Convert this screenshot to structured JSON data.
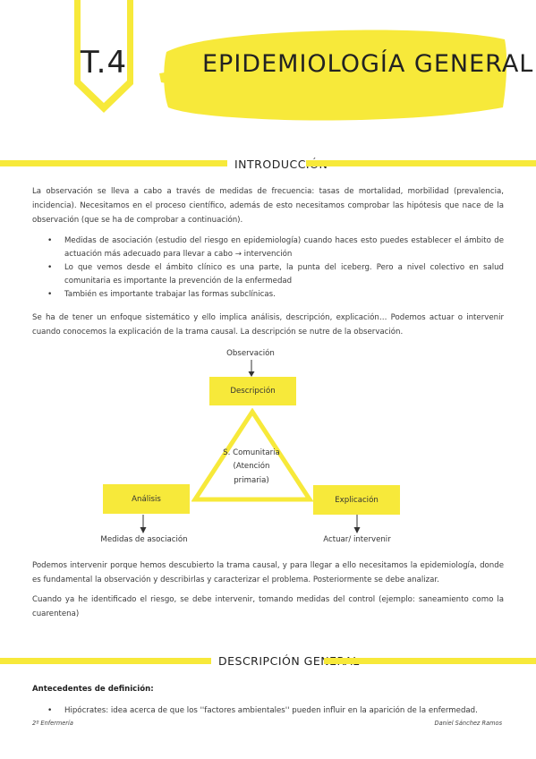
{
  "header": {
    "tag": "T.4",
    "title": "EPIDEMIOLOGÍA GENERAL"
  },
  "sections": {
    "intro_heading": "INTRODUCCIÓN",
    "desc_heading": "DESCRIPCIÓN GENERAL"
  },
  "intro": {
    "para1": "La observación se lleva a cabo a través de medidas de frecuencia: tasas de mortalidad, morbilidad (prevalencia, incidencia). Necesitamos en el proceso científico, además de esto necesitamos comprobar las hipótesis que nace de la observación (que se ha de comprobar a continuación).",
    "bullets": [
      "Medidas de asociación (estudio del riesgo en epidemiología) cuando haces esto puedes establecer el ámbito de actuación más adecuado para llevar a cabo → intervención",
      "Lo que vemos desde el ámbito clínico es una parte, la punta del iceberg. Pero a nivel colectivo en salud comunitaria es importante la prevención de la enfermedad",
      "También es importante trabajar las formas subclínicas."
    ],
    "para2": "Se ha de tener un enfoque sistemático y ello implica análisis, descripción, explicación… Podemos actuar o intervenir cuando conocemos la explicación de la trama causal. La descripción se nutre de la observación.",
    "para3": "Podemos intervenir porque hemos descubierto la trama causal, y para llegar a ello necesitamos la epidemiología, donde es fundamental la observación y describirlas y caracterizar el problema. Posteriormente se debe analizar.",
    "para4": "Cuando ya he identificado el riesgo, se debe intervenir, tomando medidas del control (ejemplo: saneamiento como la cuarentena)"
  },
  "diagram": {
    "observacion": "Observación",
    "descripcion": "Descripción",
    "analisis": "Análisis",
    "explicacion": "Explicación",
    "center_line1": "S. Comunitaria",
    "center_line2": "(Atención",
    "center_line3": "primaria)",
    "medidas": "Medidas de asociación",
    "actuar": "Actuar/ intervenir"
  },
  "description": {
    "subheading": "Antecedentes de definición:",
    "bullets": [
      "Hipócrates: idea acerca de que los ''factores ambientales'' pueden influir en la aparición de la enfermedad."
    ]
  },
  "footer": {
    "left": "2º Enfermería",
    "right": "Daniel Sánchez Ramos"
  },
  "colors": {
    "accent": "#f7e93a"
  }
}
